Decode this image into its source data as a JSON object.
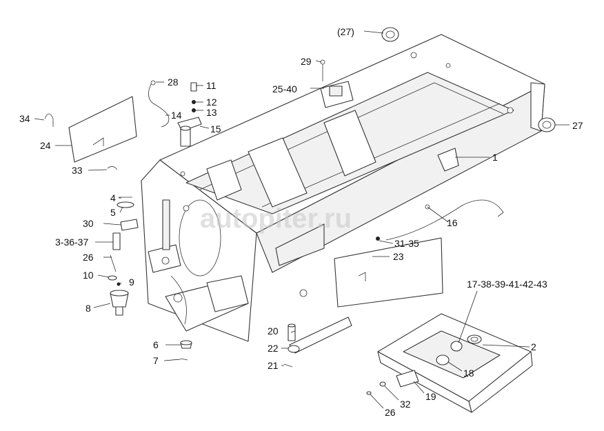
{
  "watermark": "autopiter.ru",
  "callouts": {
    "c27p": "(27)",
    "c27": "27",
    "c29": "29",
    "c2540": "25-40",
    "c1": "1",
    "c28": "28",
    "c11": "11",
    "c12": "12",
    "c13": "13",
    "c14": "14",
    "c15": "15",
    "c34": "34",
    "c24": "24",
    "c33": "33",
    "c4": "4",
    "c5": "5",
    "c30": "30",
    "c33637": "3-36-37",
    "c26a": "26",
    "c10": "10",
    "c9": "9",
    "c8": "8",
    "c16": "16",
    "c3135": "31-35",
    "c23": "23",
    "c17group": "17-38-39-41-42-43",
    "c2": "2",
    "c18": "18",
    "c19": "19",
    "c32": "32",
    "c26b": "26",
    "c20": "20",
    "c22": "22",
    "c21": "21",
    "c6": "6",
    "c7": "7"
  }
}
